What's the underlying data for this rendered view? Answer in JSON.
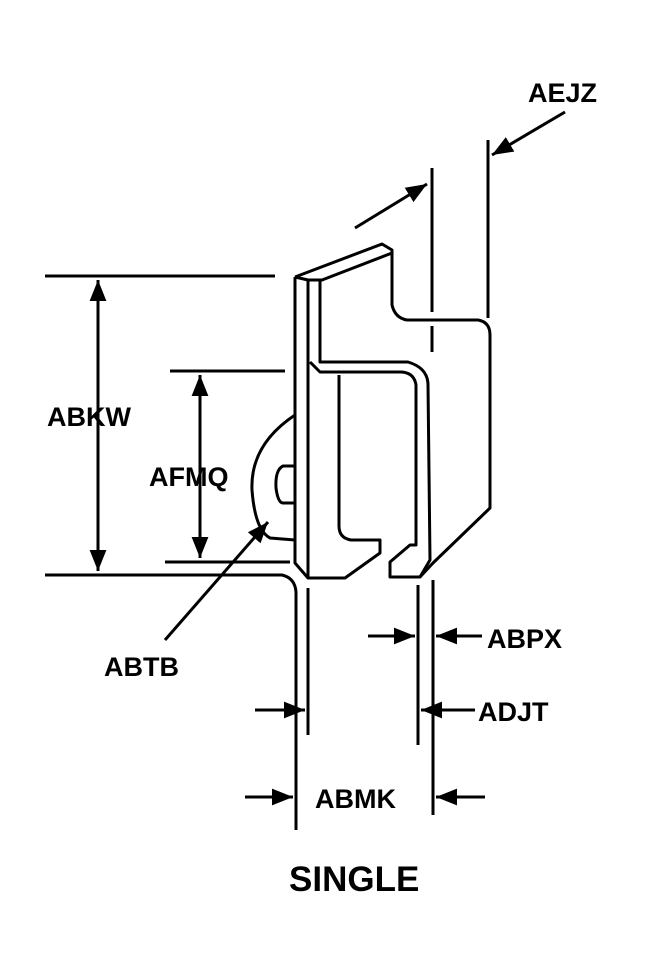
{
  "labels": {
    "aejz": "AEJZ",
    "abkw": "ABKW",
    "afmq": "AFMQ",
    "abtb": "ABTB",
    "abpx": "ABPX",
    "adjt": "ADJT",
    "abmk": "ABMK"
  },
  "title": "SINGLE",
  "colors": {
    "ink": "#000000",
    "background": "#ffffff"
  }
}
